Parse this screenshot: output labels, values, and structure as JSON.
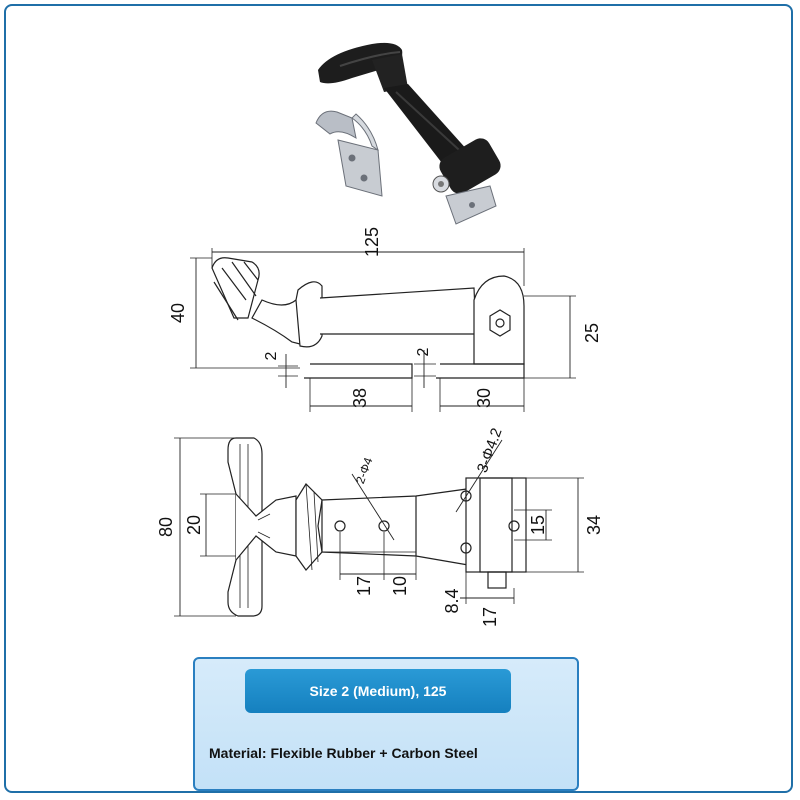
{
  "product": {
    "size_label": "Size 2 (Medium), 125",
    "material_label": "Material: Flexible Rubber + Carbon Steel"
  },
  "dimensions": {
    "side_view": {
      "total_length": "125",
      "height": "40",
      "gap_left": "2",
      "gap_right": "2",
      "bracket_height": "25",
      "base_left": "38",
      "base_right": "30"
    },
    "top_view": {
      "total_width": "80",
      "grip_width": "20",
      "hole_left_label": "2-Φ4",
      "hole_right_label": "3-Φ4.2",
      "hole_spacing": "15",
      "bracket_width": "34",
      "left_offset": "17",
      "left_spacing": "10",
      "right_offset": "8.4",
      "right_spacing": "17"
    }
  },
  "colors": {
    "frame": "#1f6fa8",
    "pill": "#1580bf",
    "panel": "#c3e1f7",
    "rubber": "#1b1b1b",
    "steel": "#c8ccd2"
  }
}
